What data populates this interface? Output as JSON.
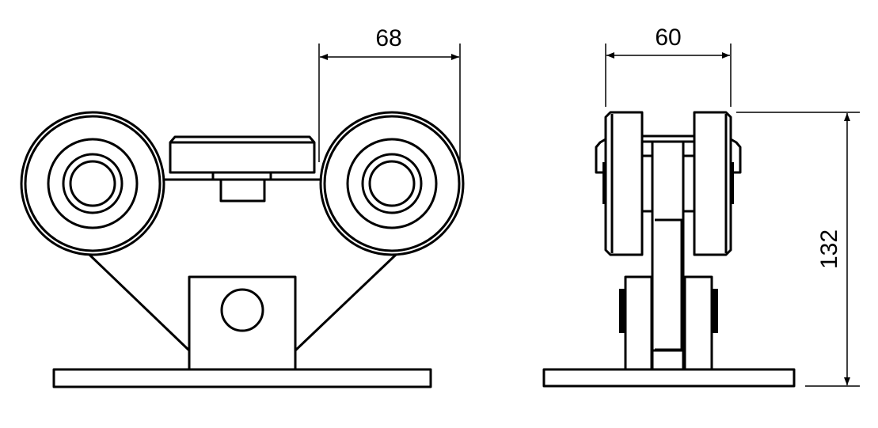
{
  "drawing": {
    "front_view": {
      "dimension_width": "68"
    },
    "side_view": {
      "dimension_width": "60",
      "dimension_height": "132"
    }
  },
  "colors": {
    "line": "#000000",
    "background": "#ffffff"
  }
}
